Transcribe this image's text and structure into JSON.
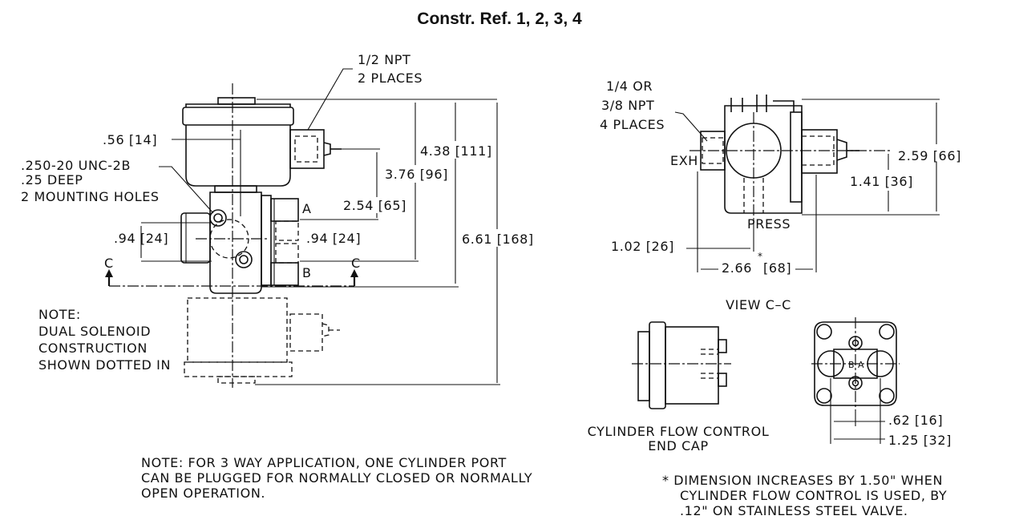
{
  "title": "Constr. Ref. 1, 2, 3, 4",
  "left_view": {
    "npt_callout": [
      "1/2 NPT",
      "2 PLACES"
    ],
    "dim_056": ".56 [14]",
    "mounting_callout": [
      ".250-20 UNC-2B",
      ".25 DEEP",
      "2 MOUNTING HOLES"
    ],
    "dim_438": "4.38 [111]",
    "dim_376": "3.76 [96]",
    "dim_254": "2.54 [65]",
    "dim_661": "6.61 [168]",
    "dim_094_left": ".94 [24]",
    "dim_094_right": ".94 [24]",
    "port_a": "A",
    "port_b": "B",
    "section_c_left": "C",
    "section_c_right": "C",
    "note": [
      "NOTE:",
      "DUAL SOLENOID",
      "CONSTRUCTION",
      "SHOWN DOTTED IN"
    ]
  },
  "right_view": {
    "npt_callout": [
      "1/4 OR",
      "3/8 NPT",
      "4 PLACES"
    ],
    "exh": "EXH",
    "press": "PRESS",
    "dim_259": "2.59 [66]",
    "dim_141": "1.41 [36]",
    "dim_102": "1.02 [26]",
    "dim_266": "2.66",
    "dim_266_star": "*",
    "dim_266_mm": "[68]"
  },
  "view_cc": {
    "label": "VIEW C–C",
    "ba": "B",
    "aa": "A",
    "dim_062": ".62 [16]",
    "dim_125": "1.25 [32]"
  },
  "end_cap": {
    "label": [
      "CYLINDER FLOW CONTROL",
      "END CAP"
    ]
  },
  "bottom_note": [
    "NOTE: FOR 3 WAY APPLICATION, ONE CYLINDER PORT",
    "CAN BE PLUGGED FOR NORMALLY CLOSED OR NORMALLY",
    "OPEN OPERATION."
  ],
  "star_note": [
    "*  DIMENSION INCREASES BY 1.50\" WHEN",
    "CYLINDER FLOW CONTROL IS USED, BY",
    ".12\" ON STAINLESS STEEL VALVE."
  ]
}
